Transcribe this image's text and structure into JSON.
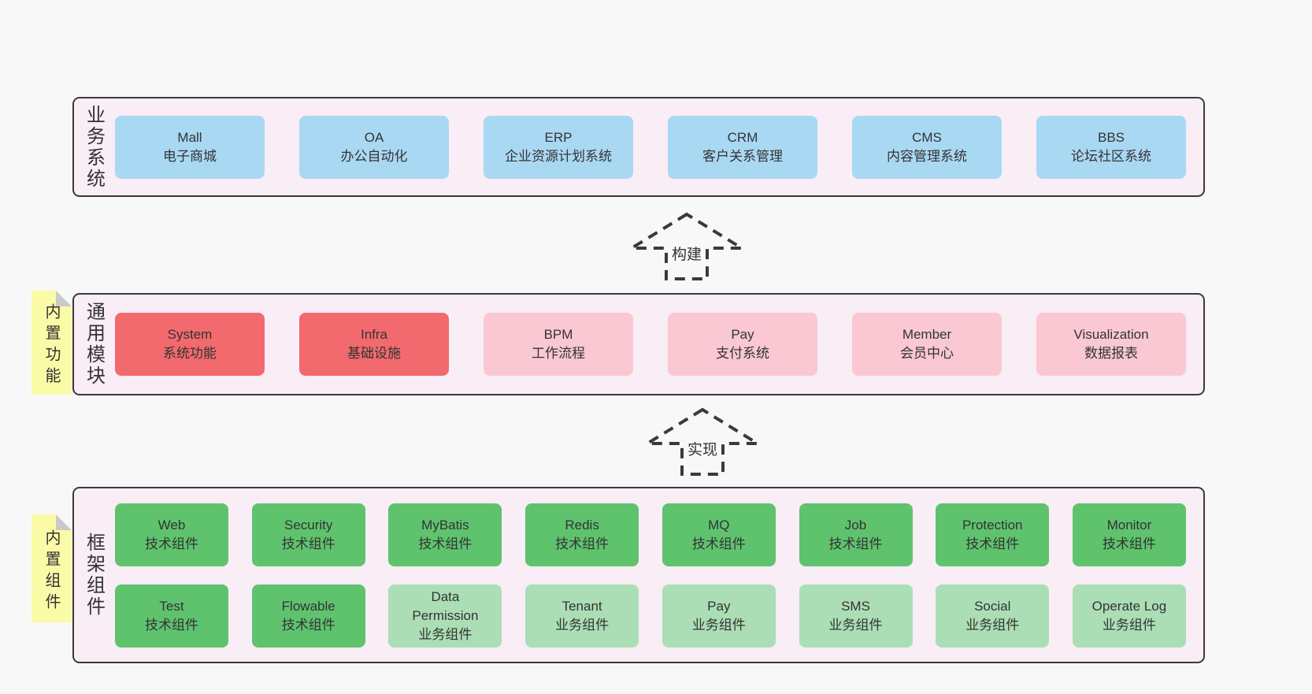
{
  "colors": {
    "pageBg": "#f8f8f8",
    "bandBg": "#f9edf6",
    "border": "#3a3a3a",
    "text": "#333333",
    "arrow": "#3a3a3a",
    "sticky": "#fbfba7",
    "fold": "#c9c9c9",
    "blue": "#a9d8f3",
    "red": "#f26a6e",
    "pink": "#f9c8d2",
    "green": "#5fc36e",
    "greenLight": "#abdeb4"
  },
  "bands": [
    {
      "label": "业务系统",
      "sticky": null,
      "rows": [
        [
          {
            "en": "Mall",
            "zh": "电子商城",
            "color": "blue"
          },
          {
            "en": "OA",
            "zh": "办公自动化",
            "color": "blue"
          },
          {
            "en": "ERP",
            "zh": "企业资源计划系统",
            "color": "blue"
          },
          {
            "en": "CRM",
            "zh": "客户关系管理",
            "color": "blue"
          },
          {
            "en": "CMS",
            "zh": "内容管理系统",
            "color": "blue"
          },
          {
            "en": "BBS",
            "zh": "论坛社区系统",
            "color": "blue"
          }
        ]
      ]
    },
    {
      "label": "通用模块",
      "sticky": "内置功能",
      "rows": [
        [
          {
            "en": "System",
            "zh": "系统功能",
            "color": "red"
          },
          {
            "en": "Infra",
            "zh": "基础设施",
            "color": "red"
          },
          {
            "en": "BPM",
            "zh": "工作流程",
            "color": "pink"
          },
          {
            "en": "Pay",
            "zh": "支付系统",
            "color": "pink"
          },
          {
            "en": "Member",
            "zh": "会员中心",
            "color": "pink"
          },
          {
            "en": "Visualization",
            "zh": "数据报表",
            "color": "pink"
          }
        ]
      ]
    },
    {
      "label": "框架组件",
      "sticky": "内置组件",
      "rows": [
        [
          {
            "en": "Web",
            "zh": "技术组件",
            "color": "green"
          },
          {
            "en": "Security",
            "zh": "技术组件",
            "color": "green"
          },
          {
            "en": "MyBatis",
            "zh": "技术组件",
            "color": "green"
          },
          {
            "en": "Redis",
            "zh": "技术组件",
            "color": "green"
          },
          {
            "en": "MQ",
            "zh": "技术组件",
            "color": "green"
          },
          {
            "en": "Job",
            "zh": "技术组件",
            "color": "green"
          },
          {
            "en": "Protection",
            "zh": "技术组件",
            "color": "green"
          },
          {
            "en": "Monitor",
            "zh": "技术组件",
            "color": "green"
          }
        ],
        [
          {
            "en": "Test",
            "zh": "技术组件",
            "color": "green"
          },
          {
            "en": "Flowable",
            "zh": "技术组件",
            "color": "green"
          },
          {
            "en": "Data Permission",
            "zh": "业务组件",
            "color": "greenLight"
          },
          {
            "en": "Tenant",
            "zh": "业务组件",
            "color": "greenLight"
          },
          {
            "en": "Pay",
            "zh": "业务组件",
            "color": "greenLight"
          },
          {
            "en": "SMS",
            "zh": "业务组件",
            "color": "greenLight"
          },
          {
            "en": "Social",
            "zh": "业务组件",
            "color": "greenLight"
          },
          {
            "en": "Operate Log",
            "zh": "业务组件",
            "color": "greenLight"
          }
        ]
      ]
    }
  ],
  "arrows": [
    {
      "label": "构建"
    },
    {
      "label": "实现"
    }
  ]
}
